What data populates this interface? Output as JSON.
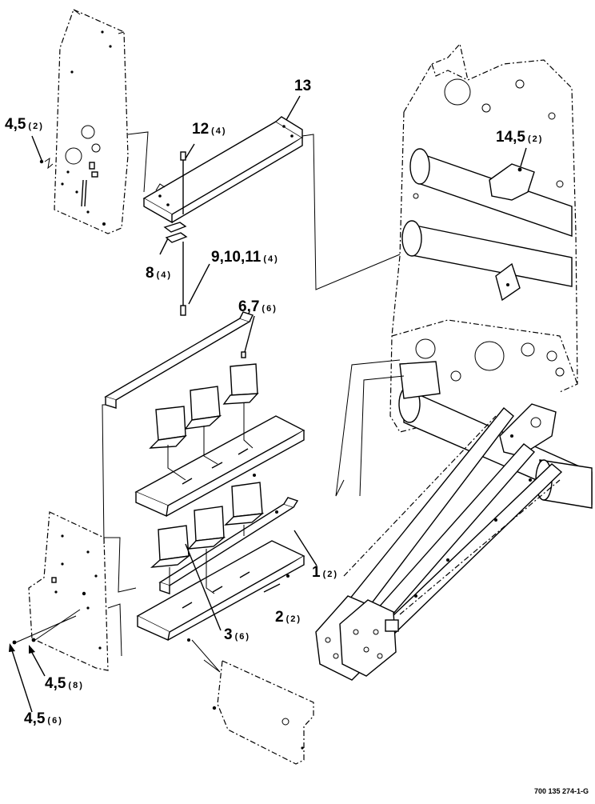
{
  "callouts": [
    {
      "id": "c1",
      "main": "4,5",
      "qty": "(2)"
    },
    {
      "id": "c2",
      "main": "13",
      "qty": ""
    },
    {
      "id": "c3",
      "main": "12",
      "qty": "(4)"
    },
    {
      "id": "c4",
      "main": "14,5",
      "qty": "(2)"
    },
    {
      "id": "c5",
      "main": "9,10,11",
      "qty": "(4)"
    },
    {
      "id": "c6",
      "main": "8",
      "qty": "(4)"
    },
    {
      "id": "c7",
      "main": "6,7",
      "qty": "(6)"
    },
    {
      "id": "c8",
      "main": "1",
      "qty": "(2)"
    },
    {
      "id": "c9",
      "main": "2",
      "qty": "(2)"
    },
    {
      "id": "c10",
      "main": "3",
      "qty": "(6)"
    },
    {
      "id": "c11",
      "main": "4,5",
      "qty": "(8)"
    },
    {
      "id": "c12",
      "main": "4,5",
      "qty": "(6)"
    }
  ],
  "figure_number": "700 135 274-1-G"
}
